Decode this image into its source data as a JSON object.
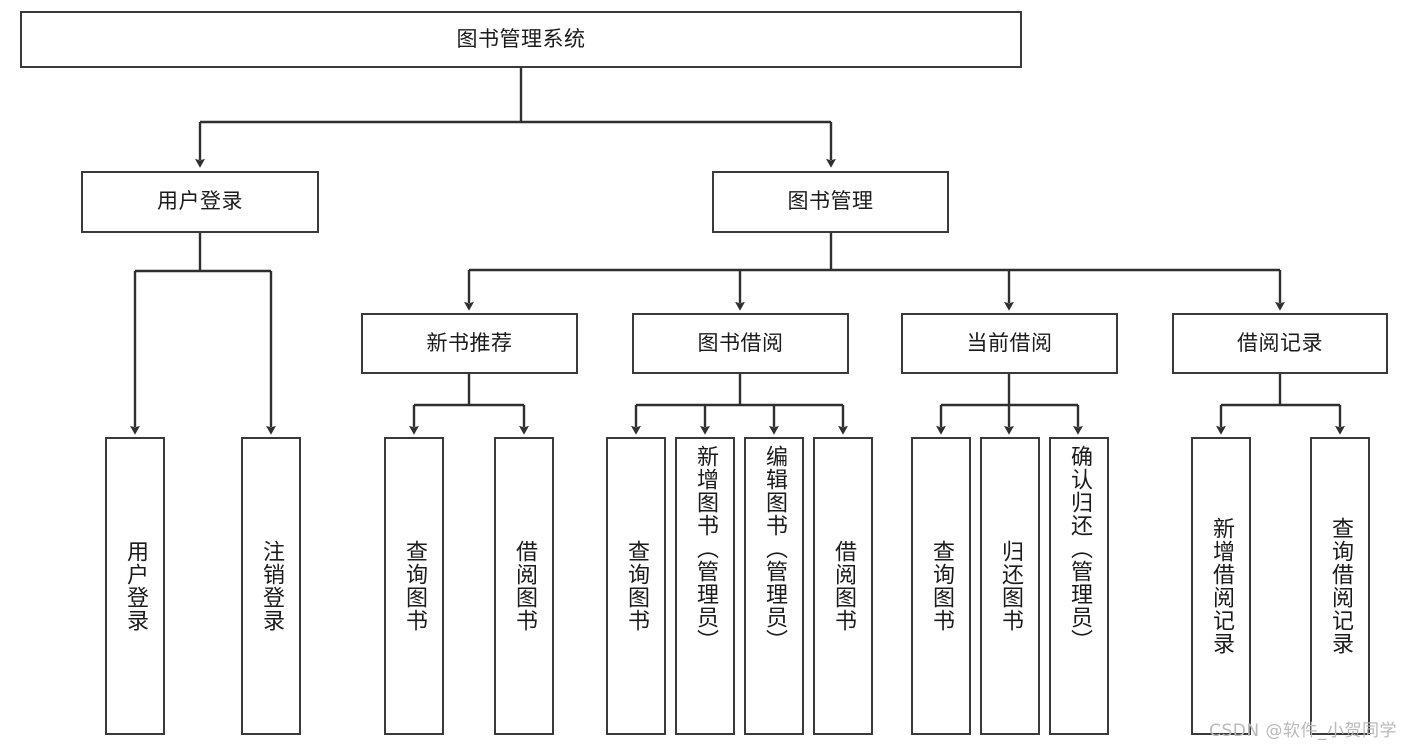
{
  "diagram": {
    "title": "图书管理系统",
    "watermark": "CSDN @软件_小贺同学",
    "colors": {
      "stroke": "#3a3a3a",
      "text": "#1b1b1b",
      "background": "#ffffff",
      "watermark": "#b9b9b9"
    },
    "root": {
      "label": "图书管理系统"
    },
    "level2": [
      {
        "label": "用户登录"
      },
      {
        "label": "图书管理"
      }
    ],
    "level3": [
      {
        "label": "新书推荐"
      },
      {
        "label": "图书借阅"
      },
      {
        "label": "当前借阅"
      },
      {
        "label": "借阅记录"
      }
    ],
    "leaves": {
      "user_login": [
        {
          "label": "用户登录"
        },
        {
          "label": "注销登录"
        }
      ],
      "new_book_recommend": [
        {
          "label": "查询图书"
        },
        {
          "label": "借阅图书"
        }
      ],
      "book_borrow": [
        {
          "label": "查询图书"
        },
        {
          "label": "新增图书（管理员）"
        },
        {
          "label": "编辑图书（管理员）"
        },
        {
          "label": "借阅图书"
        }
      ],
      "current_borrow": [
        {
          "label": "查询图书"
        },
        {
          "label": "归还图书"
        },
        {
          "label": "确认归还（管理员）"
        }
      ],
      "borrow_record": [
        {
          "label": "新增借阅记录"
        },
        {
          "label": "查询借阅记录"
        }
      ]
    }
  }
}
